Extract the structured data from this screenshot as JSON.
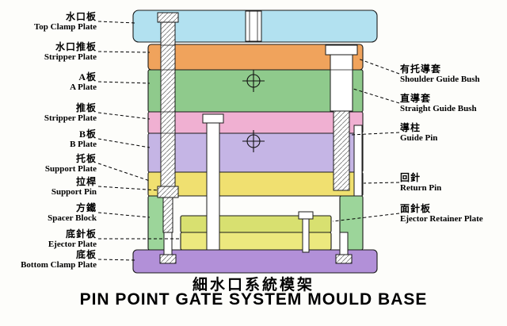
{
  "title": {
    "chinese": "細水口系統模架",
    "english": "PIN POINT GATE SYSTEM MOULD BASE"
  },
  "left_labels": [
    {
      "zh": "水口板",
      "en": "Top Clamp Plate"
    },
    {
      "zh": "水口推板",
      "en": "Stripper Plate"
    },
    {
      "zh": "A板",
      "en": "A Plate"
    },
    {
      "zh": "推板",
      "en": "Stripper Plate"
    },
    {
      "zh": "B板",
      "en": "B Plate"
    },
    {
      "zh": "托板",
      "en": "Support Plate"
    },
    {
      "zh": "拉桿",
      "en": "Support Pin"
    },
    {
      "zh": "方鐵",
      "en": "Spacer Block"
    },
    {
      "zh": "底針板",
      "en": "Ejector Plate"
    },
    {
      "zh": "底板",
      "en": "Bottom Clamp Plate"
    }
  ],
  "right_labels": [
    {
      "zh": "有托導套",
      "en": "Shoulder Guide Bush"
    },
    {
      "zh": "直導套",
      "en": "Straight Guide Bush"
    },
    {
      "zh": "導柱",
      "en": "Guide Pin"
    },
    {
      "zh": "回針",
      "en": "Return Pin"
    },
    {
      "zh": "面針板",
      "en": "Ejector Retainer Plate"
    }
  ],
  "colors": {
    "top_clamp": "#b2e1f0",
    "stripper_top": "#f0a35c",
    "a_plate": "#8fca8c",
    "stripper": "#f0b0d2",
    "b_plate": "#c5b5e5",
    "support_plate": "#f0e070",
    "spacer": "#9cd59a",
    "ejector_retainer": "#d8e070",
    "ejector": "#ece87e",
    "bottom_clamp": "#b290d8"
  }
}
